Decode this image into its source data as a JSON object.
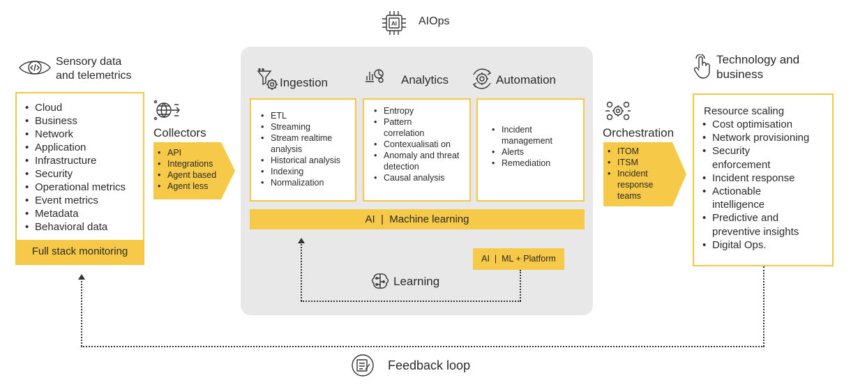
{
  "aiops": {
    "title": "AIOps"
  },
  "sensory": {
    "title_line1": "Sensory data",
    "title_line2": "and telemetrics",
    "items": [
      "Cloud",
      "Business",
      "Network",
      "Application",
      "Infrastructure",
      "Security",
      "Operational metrics",
      "Event metrics",
      "Metadata",
      "Behavioral data"
    ],
    "footer": "Full stack monitoring"
  },
  "collectors": {
    "title": "Collectors",
    "items": [
      "API",
      "Integrations",
      "Agent based",
      "Agent less"
    ]
  },
  "ingestion": {
    "title": "Ingestion",
    "items": [
      "ETL",
      "Streaming",
      "Stream realtime analysis",
      "Historical analysis",
      "Indexing",
      "Normalization"
    ]
  },
  "analytics": {
    "title": "Analytics",
    "items": [
      "Entropy",
      "Pattern correlation",
      "Contexualisati on",
      "Anomaly and threat detection",
      "Causal analysis"
    ]
  },
  "automation": {
    "title": "Automation",
    "items": [
      "Incident management",
      "Alerts",
      "Remediation"
    ]
  },
  "ml_bar": "AI  |  Machine learning",
  "platform": "AI  |  ML + Platform",
  "learning": "Learning",
  "orchestration": {
    "title": "Orchestration",
    "items": [
      "ITOM",
      "ITSM",
      "Incident response teams"
    ]
  },
  "tech": {
    "title_line1": "Technology and",
    "title_line2": "business",
    "first": "Resource scaling",
    "items": [
      "Cost optimisation",
      "Network provisioning",
      "Security enforcement",
      "Incident response",
      "Actionable intelligence",
      "Predictive and preventive insights",
      "Digital Ops."
    ]
  },
  "feedback": "Feedback loop",
  "colors": {
    "yellow": "#f7c948",
    "panel": "#e8e8e8",
    "text": "#2a2a2a"
  }
}
